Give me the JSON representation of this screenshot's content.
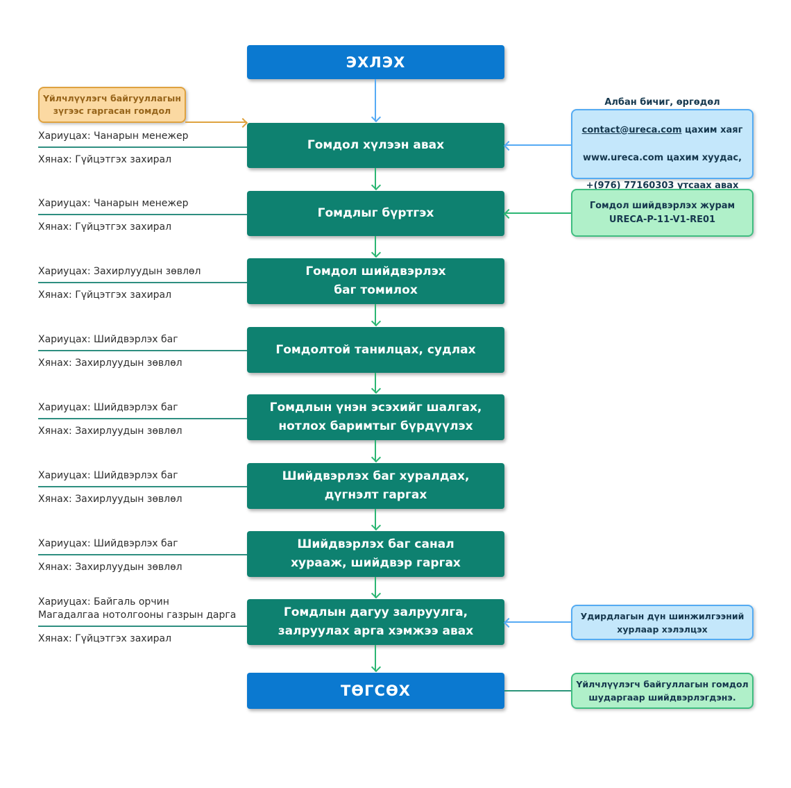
{
  "flow": {
    "start_label": "ЭХЛЭХ",
    "end_label": "ТӨГСӨХ",
    "steps": [
      {
        "label": "Гомдол хүлээн авах",
        "resp": "Хариуцах: Чанарын менежер",
        "monitor": "Хянах: Гүйцэтгэх захирал"
      },
      {
        "label": "Гомдлыг бүртгэх",
        "resp": "Хариуцах: Чанарын менежер",
        "monitor": "Хянах: Гүйцэтгэх захирал"
      },
      {
        "label": "Гомдол шийдвэрлэх\nбаг томилох",
        "resp": "Хариуцах: Захирлуудын зөвлөл",
        "monitor": "Хянах: Гүйцэтгэх захирал"
      },
      {
        "label": "Гомдолтой танилцах, судлах",
        "resp": "Хариуцах: Шийдвэрлэх баг",
        "monitor": "Хянах: Захирлуудын зөвлөл"
      },
      {
        "label": "Гомдлын үнэн эсэхийг шалгах,\nнотлох баримтыг бүрдүүлэх",
        "resp": "Хариуцах: Шийдвэрлэх баг",
        "monitor": "Хянах: Захирлуудын зөвлөл"
      },
      {
        "label": "Шийдвэрлэх баг хуралдах,\nдүгнэлт гаргах",
        "resp": "Хариуцах: Шийдвэрлэх баг",
        "monitor": "Хянах: Захирлуудын зөвлөл"
      },
      {
        "label": "Шийдвэрлэх баг санал\nхурааж, шийдвэр гаргах",
        "resp": "Хариуцах: Шийдвэрлэх баг",
        "monitor": "Хянах: Захирлуудын зөвлөл"
      },
      {
        "label": "Гомдлын дагуу залруулга,\nзалруулах арга хэмжээ авах",
        "resp": "Хариуцах: Байгаль орчин\nМагадалгаа нотолгооны газрын дарга",
        "monitor": "Хянах: Гүйцэтгэх захирал"
      }
    ]
  },
  "callout": {
    "text": "Үйлчлүүлэгч байгууллагын\nзүгээс гаргасан гомдол"
  },
  "notes": {
    "contact": {
      "line1": "Албан бичиг, өргөдөл",
      "email": "contact@ureca.com",
      "line2_rest": " цахим хаяг",
      "line3": "www.ureca.com цахим хуудас,",
      "line4": "+(976) 77160303 утсаах авах"
    },
    "procedure": {
      "text": "Гомдол шийдвэрлэх журам\nURECA-P-11-V1-RE01"
    },
    "management": {
      "text": "Удирдлагын дүн шинжилгээний\nхурлаар хэлэлцэх"
    },
    "result": {
      "text": "Үйлчлүүлэгч байгуллагын гомдол\nшударгаар шийдвэрлэгдэнэ."
    }
  },
  "colors": {
    "primary_blue": "#0b79d0",
    "teal": "#0e8170",
    "green_arrow": "#2bb673",
    "blue_arrow": "#55aaf4",
    "orange_border": "#dfa23f",
    "orange_fill": "#fbd9a2",
    "note_blue_fill": "#c4e7fb",
    "note_blue_border": "#54abf2",
    "note_green_fill": "#b0f0c9",
    "note_green_border": "#3fbd80",
    "rule_teal": "#2e8e80"
  }
}
